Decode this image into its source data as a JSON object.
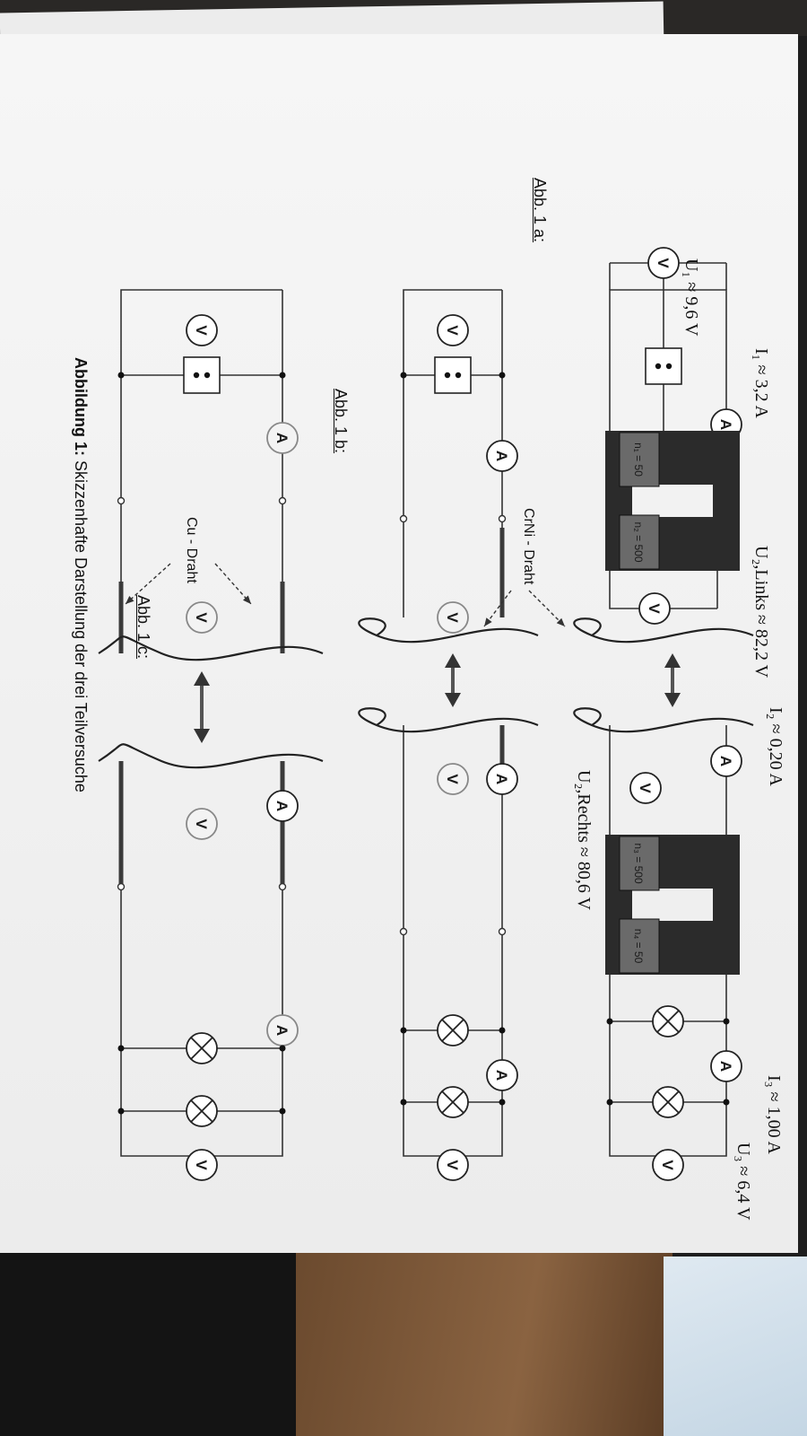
{
  "labels": {
    "abb_1a": "Abb. 1 a:",
    "abb_1b": "Abb. 1 b:",
    "abb_1c": "Abb. 1 c:",
    "u1": "U₁ ≈ 9,6 V",
    "i1": "I₁ ≈ 3,2 A",
    "u2_links": "U₂,Links ≈ 82,2 V",
    "i2": "I₂ ≈ 0,20 A",
    "u2_rechts": "U₂,Rechts ≈ 80,6 V",
    "i3": "I₃ ≈ 1,00 A",
    "u3": "U₃ ≈ 6,4 V",
    "crni": "CrNi - Draht",
    "cu": "Cu - Draht",
    "caption_bold": "Abbildung 1:",
    "caption_text": " Skizzenhafte Darstellung der drei Teilversuche"
  },
  "coils": {
    "n1": "n₁ = 50",
    "n2": "n₂ = 500",
    "n3": "n₃ = 500",
    "n4": "n₄ = 50"
  },
  "meters": {
    "ammeter": "A",
    "voltmeter": "V"
  }
}
